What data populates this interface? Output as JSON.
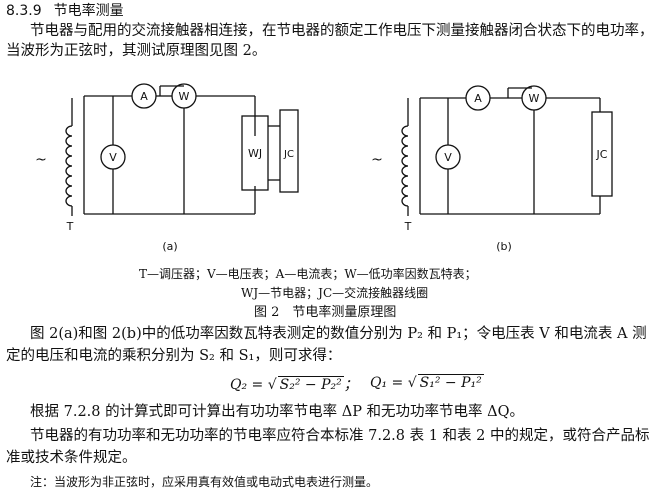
{
  "section": {
    "number": "8.3.9",
    "title": "节电率测量"
  },
  "paragraphs": {
    "p1_line1": "节电器与配用的交流接触器相连接，在节电器的额定工作电压下测量接触器闭合状态下的电功率，",
    "p1_line2": "当波形为正弦时，其测试原理图见图 2。",
    "p2_line1": "图 2(a)和图 2(b)中的低功率因数瓦特表测定的数值分别为 P₂ 和 P₁；令电压表 V 和电流表 A 测",
    "p2_line2": "定的电压和电流的乘积分别为 S₂ 和 S₁，则可求得：",
    "p3": "根据 7.2.8 的计算式即可计算出有功功率节电率 ΔP 和无功功率节电率 ΔQ。",
    "p4_line1": "节电器的有功功率和无功功率的节电率应符合本标准 7.2.8 表 1 和表 2 中的规定，或符合产品标",
    "p4_line2": "准或技术条件规定。",
    "note": "注：当波形为非正弦时，应采用真有效值或电动式电表进行测量。"
  },
  "figure": {
    "labels": {
      "source": "~",
      "transformer": "T",
      "voltmeter": "V",
      "ammeter": "A",
      "wattmeter": "W",
      "saver": "WJ",
      "contactor": "JC",
      "sub_a": "(a)",
      "sub_b": "(b)"
    },
    "legend_line1": "T—调压器；V—电压表；A—电流表；W—低功率因数瓦特表；",
    "legend_line2": "WJ—节电器；JC—交流接触器线圈",
    "caption": "图 2　节电率测量原理图"
  },
  "equations": {
    "q2_lhs": "Q₂ =",
    "q2_rad": "S₂² − P₂²",
    "q2_end": "；",
    "q1_lhs": "Q₁ =",
    "q1_rad": "S₁² − P₁²"
  }
}
